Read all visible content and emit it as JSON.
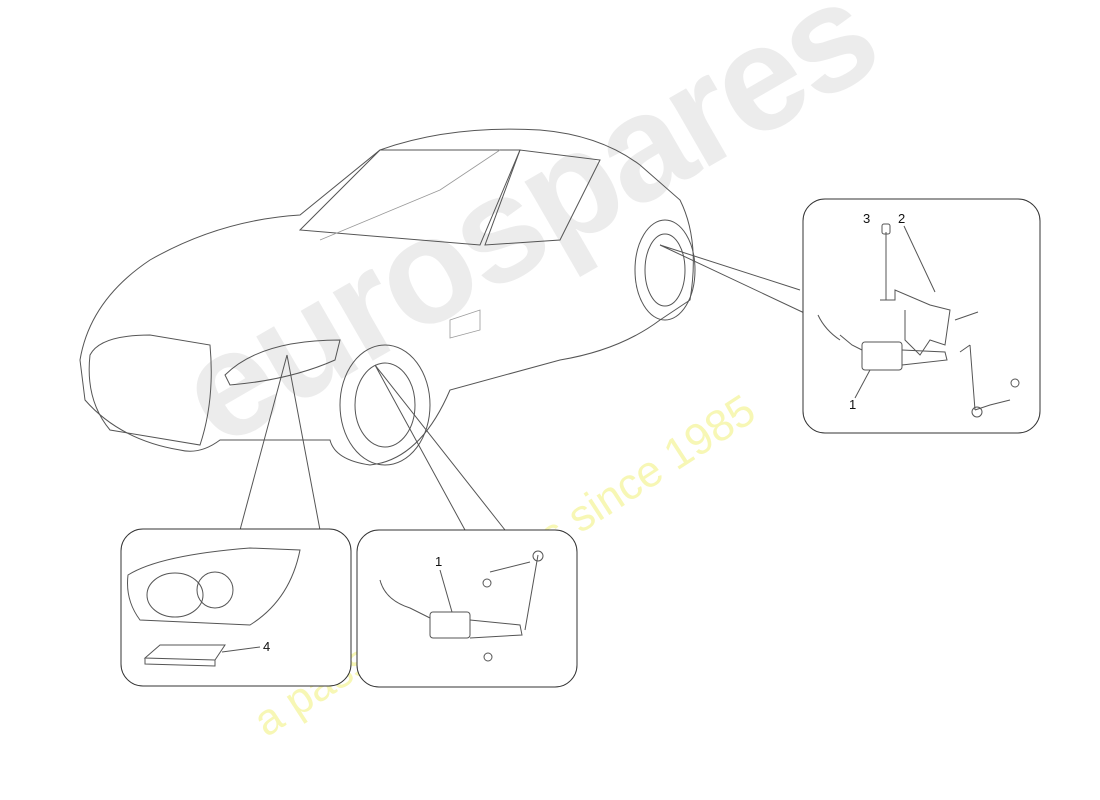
{
  "watermark": {
    "brand": "eurospares",
    "tagline": "a passion for parts since 1985",
    "brand_color": "#c8c8c8",
    "tagline_color": "#f0f078"
  },
  "callouts": {
    "rear_sensor": {
      "part1": "1",
      "part2": "2",
      "part3": "3"
    },
    "front_sensor": {
      "part1": "1"
    },
    "headlight": {
      "part4": "4"
    }
  }
}
